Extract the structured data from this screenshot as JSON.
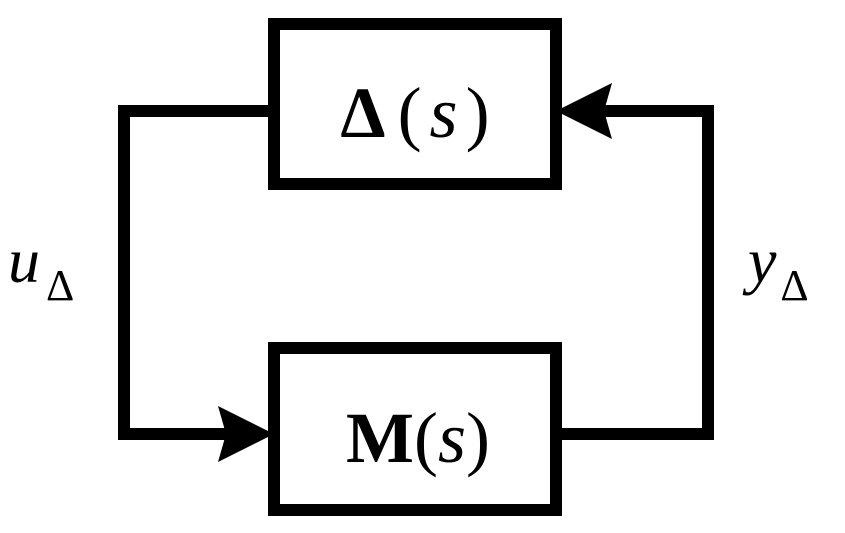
{
  "diagram": {
    "colors": {
      "stroke": "#000000",
      "background": "#ffffff"
    },
    "blocks": {
      "delta": {
        "symbol": "Δ",
        "open_paren": "(",
        "variable": "s",
        "close_paren": ")"
      },
      "m": {
        "symbol": "M",
        "open_paren": "(",
        "variable": "s",
        "close_paren": ")"
      }
    },
    "signals": {
      "u": {
        "symbol": "u",
        "subscript": "Δ"
      },
      "y": {
        "symbol": "y",
        "subscript": "Δ"
      }
    }
  }
}
